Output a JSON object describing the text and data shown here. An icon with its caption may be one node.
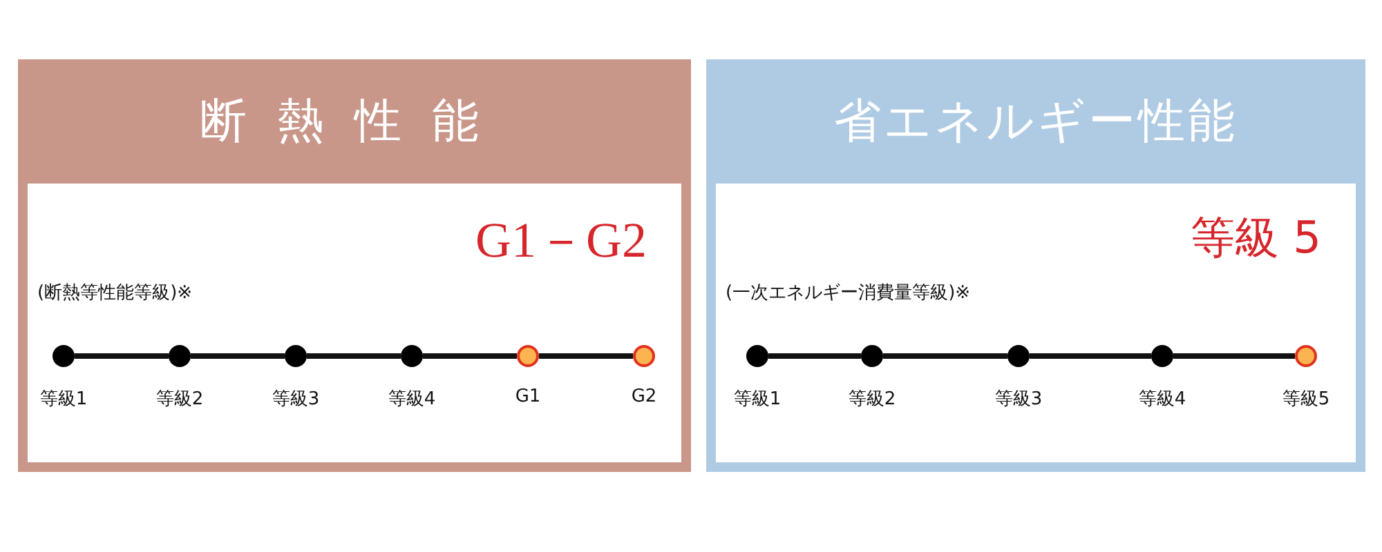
{
  "diagram": {
    "nodes": [
      {
        "text": [
          "断熱性能",
          "G1－G2",
          "(断熱等性能等級)※"
        ]
      },
      {
        "text": [],
        "shape": "circle",
        "in": 0,
        "beside": [
          "等級1"
        ]
      },
      {
        "text": [],
        "shape": "circle",
        "in": 0,
        "beside": [
          "等級2"
        ]
      },
      {
        "text": [],
        "shape": "circle",
        "in": 0,
        "beside": [
          "等級3"
        ]
      },
      {
        "text": [],
        "shape": "circle",
        "in": 0,
        "beside": [
          "等級4"
        ]
      },
      {
        "text": [],
        "shape": "circle",
        "in": 0,
        "beside": [
          "G1"
        ]
      },
      {
        "text": [],
        "shape": "circle",
        "in": 0,
        "beside": [
          "G2"
        ]
      },
      {
        "text": [
          "省エネルギー性能",
          "等級 5",
          "(一次エネルギー消費量等級)※"
        ]
      },
      {
        "text": [],
        "shape": "circle",
        "in": 7,
        "beside": [
          "等級1"
        ]
      },
      {
        "text": [],
        "shape": "circle",
        "in": 7,
        "beside": [
          "等級2"
        ]
      },
      {
        "text": [],
        "shape": "circle",
        "in": 7,
        "beside": [
          "等級3"
        ]
      },
      {
        "text": [],
        "shape": "circle",
        "in": 7,
        "beside": [
          "等級4"
        ]
      },
      {
        "text": [],
        "shape": "circle",
        "in": 7,
        "beside": [
          "等級5"
        ]
      }
    ],
    "edges": [
      {
        "from": 1,
        "to": 2,
        "arrow": "none"
      },
      {
        "from": 2,
        "to": 3,
        "arrow": "none"
      },
      {
        "from": 3,
        "to": 4,
        "arrow": "none"
      },
      {
        "from": 4,
        "to": 5,
        "arrow": "none"
      },
      {
        "from": 5,
        "to": 6,
        "arrow": "none"
      },
      {
        "from": 8,
        "to": 9,
        "arrow": "none"
      },
      {
        "from": 9,
        "to": 10,
        "arrow": "none"
      },
      {
        "from": 10,
        "to": 11,
        "arrow": "none"
      },
      {
        "from": 11,
        "to": 12,
        "arrow": "none"
      }
    ]
  }
}
